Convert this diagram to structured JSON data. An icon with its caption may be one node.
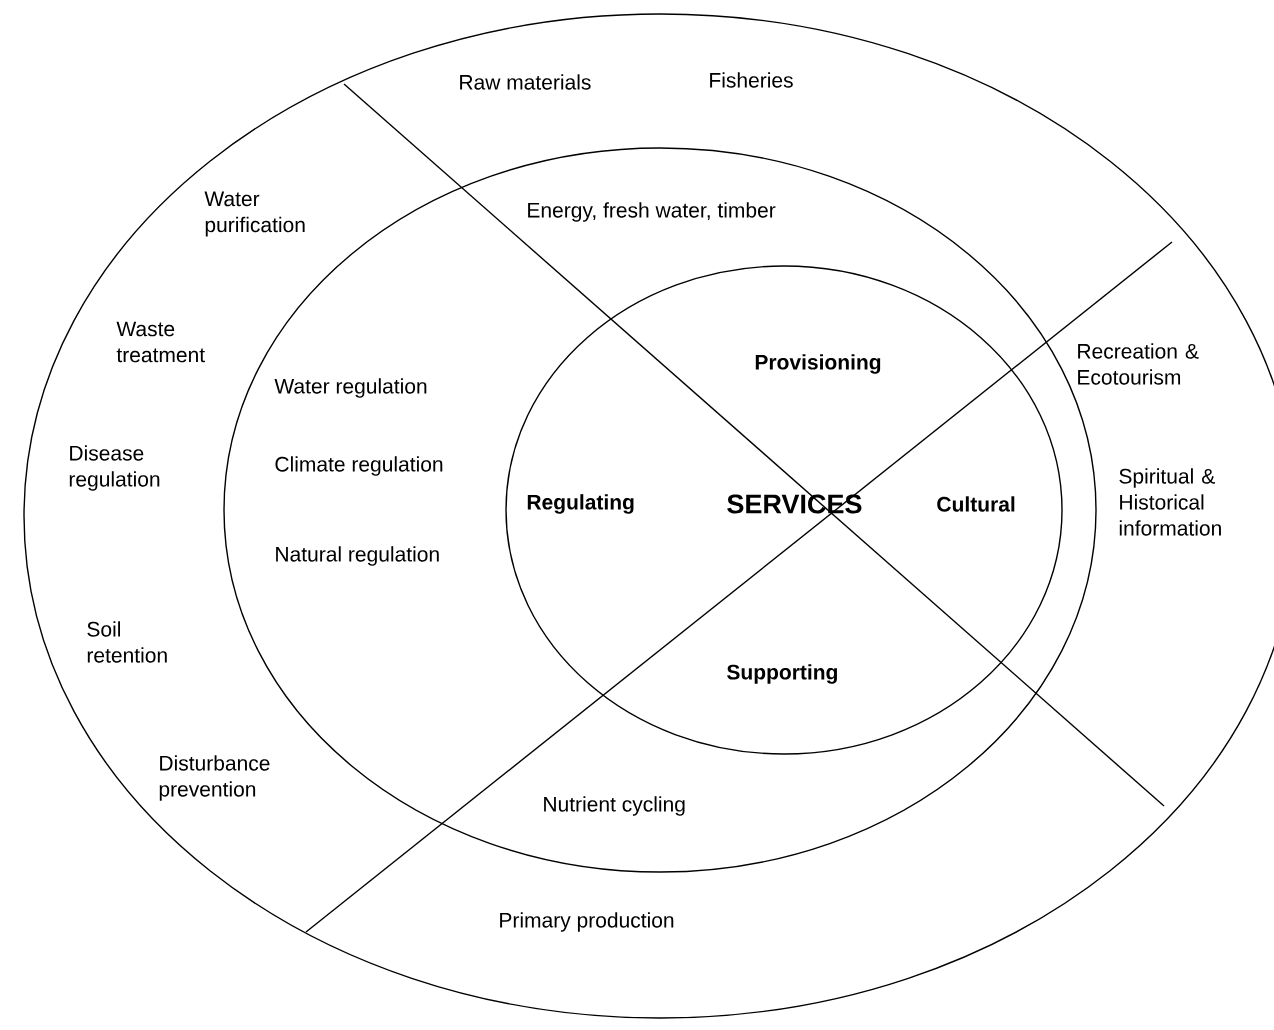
{
  "diagram": {
    "labels": [
      "Raw materials",
      "Fisheries",
      "Water purification",
      "Energy, fresh water, timber",
      "Waste treatment",
      "Provisioning",
      "Recreation & Ecotourism",
      "Water regulation",
      "Disease regulation",
      "Climate regulation",
      "Spiritual & Historical information",
      "Regulating",
      "SERVICES",
      "Cultural",
      "Natural regulation",
      "Soil retention",
      "Supporting",
      "Disturbance prevention",
      "Nutrient cycling",
      "Primary production"
    ]
  }
}
